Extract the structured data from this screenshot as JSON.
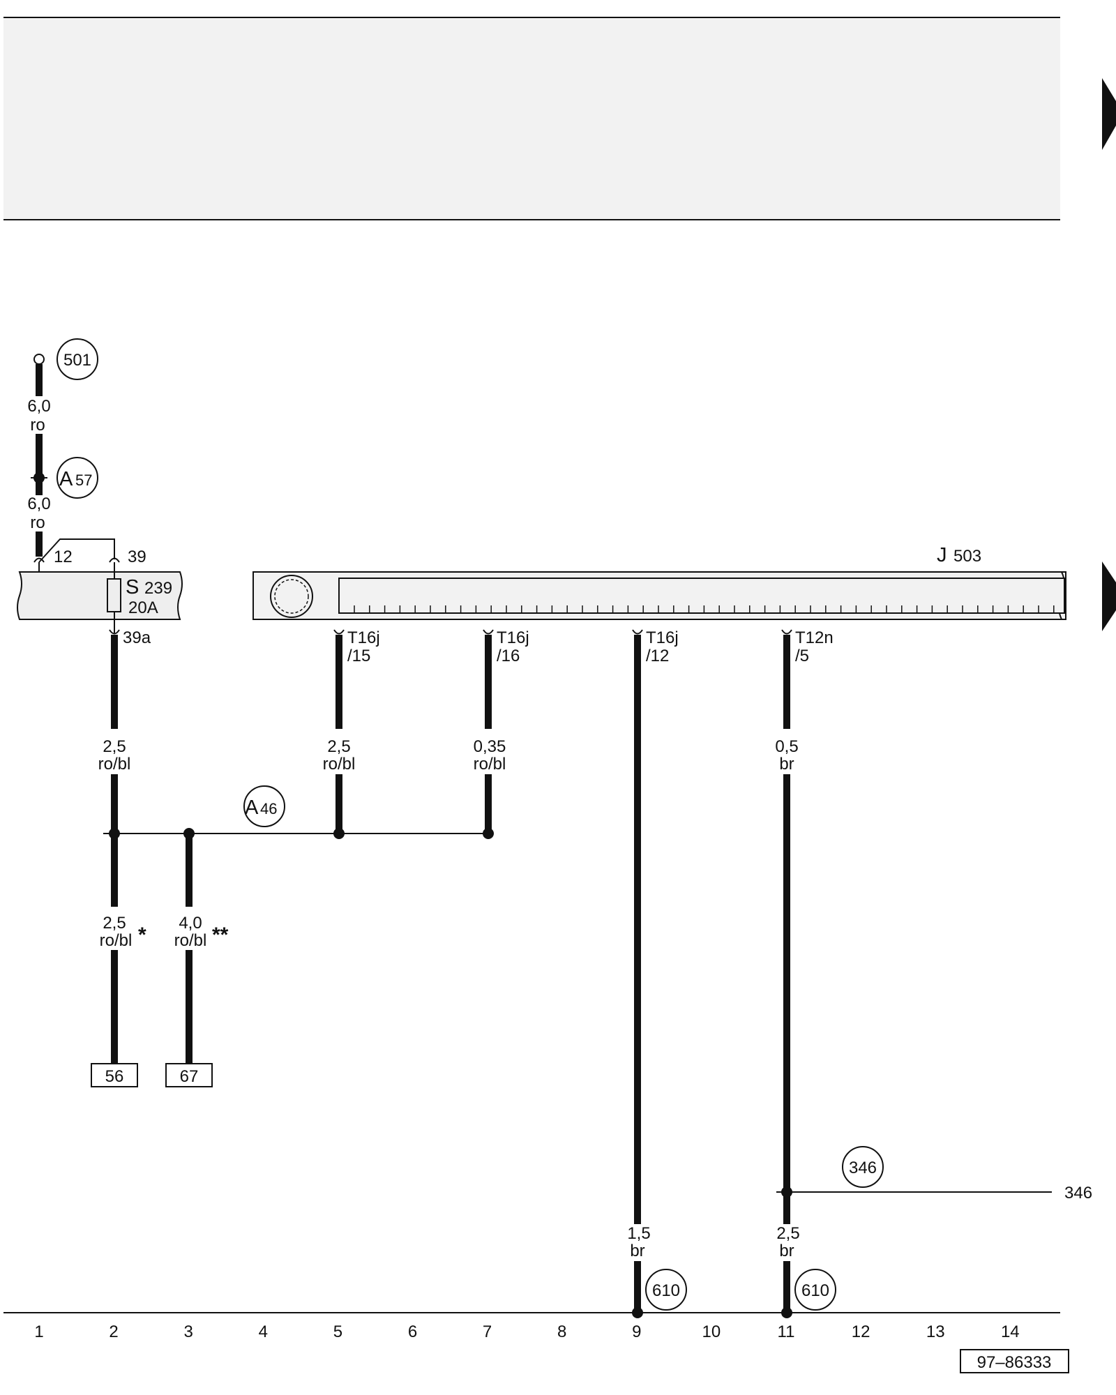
{
  "reference_circles": {
    "top_feed": "501",
    "ground_link": "346",
    "ground_left": "610",
    "ground_right": "610"
  },
  "connectors": {
    "A57": {
      "letter": "A",
      "number": "57"
    },
    "A46": {
      "letter": "A",
      "number": "46"
    }
  },
  "fuse": {
    "letter": "S",
    "number": "239",
    "rating": "20A",
    "pin_in_left": "12",
    "pin_in_right": "39",
    "pin_out": "39a"
  },
  "control_unit": {
    "letter": "J",
    "number": "503"
  },
  "pins": [
    {
      "name": "T16j",
      "sub": "/15"
    },
    {
      "name": "T16j",
      "sub": "/16"
    },
    {
      "name": "T16j",
      "sub": "/12"
    },
    {
      "name": "T12n",
      "sub": "/5"
    }
  ],
  "wires": {
    "feed_upper": {
      "size": "6,0",
      "color": "ro"
    },
    "feed_lower": {
      "size": "6,0",
      "color": "ro"
    },
    "fuse_out": {
      "size": "2,5",
      "color": "ro/bl"
    },
    "t16j15": {
      "size": "2,5",
      "color": "ro/bl"
    },
    "t16j16": {
      "size": "0,35",
      "color": "ro/bl"
    },
    "t12n5": {
      "size": "0,5",
      "color": "br"
    },
    "to56": {
      "size": "2,5",
      "color": "ro/bl",
      "mark": "*"
    },
    "to67": {
      "size": "4,0",
      "color": "ro/bl",
      "mark": "**"
    },
    "t16j12_ground": {
      "size": "1,5",
      "color": "br"
    },
    "t12n5_ground": {
      "size": "2,5",
      "color": "br"
    }
  },
  "targets": {
    "left": "56",
    "right": "67",
    "edge": "346"
  },
  "grid_numbers": [
    "1",
    "2",
    "3",
    "4",
    "5",
    "6",
    "7",
    "8",
    "9",
    "10",
    "11",
    "12",
    "13",
    "14"
  ],
  "drawing_id": "97–86333"
}
